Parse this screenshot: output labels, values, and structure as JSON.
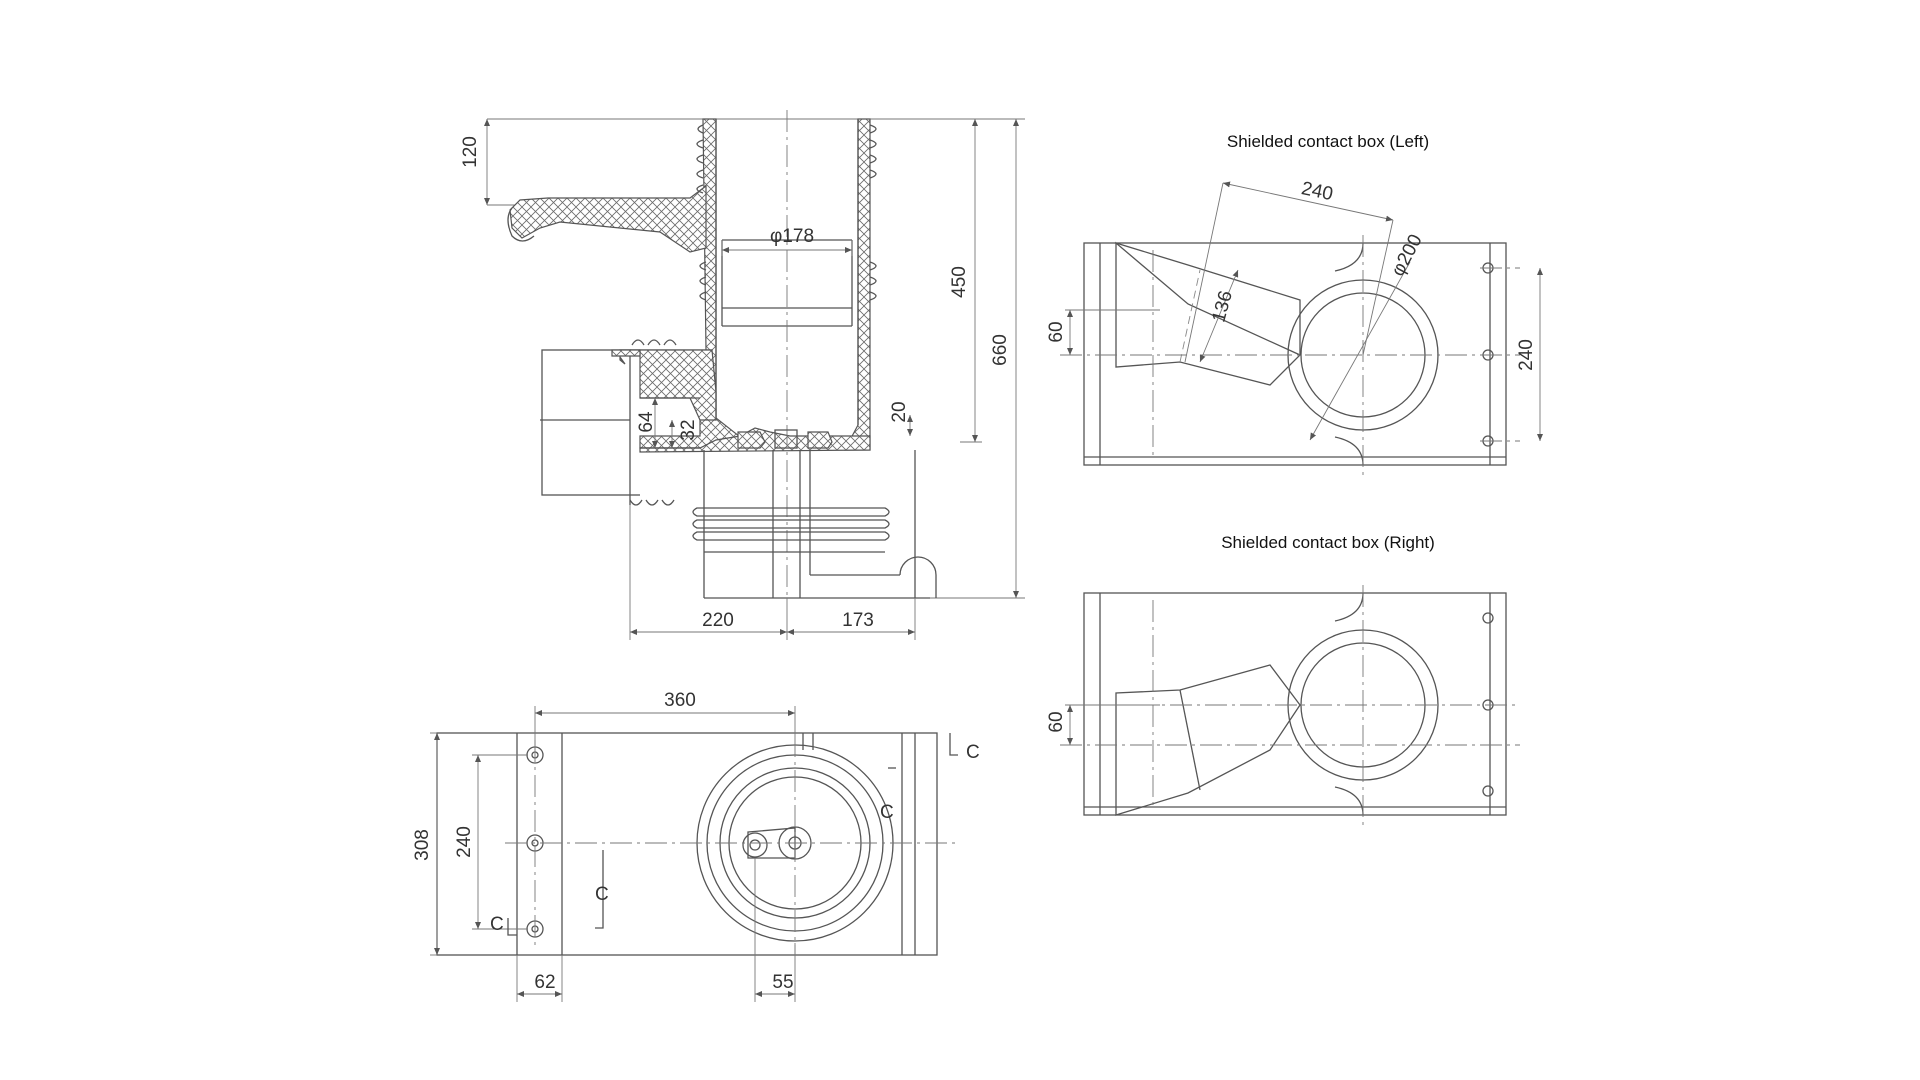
{
  "views": {
    "left_title": "Shielded contact box (Left)",
    "right_title": "Shielded contact box (Right)"
  },
  "dims": {
    "front": {
      "d120": "120",
      "d178": "φ178",
      "d450": "450",
      "d660": "660",
      "d20": "20",
      "d64": "64",
      "d32": "32",
      "d220": "220",
      "d173": "173"
    },
    "plan": {
      "d360": "360",
      "d308": "308",
      "d240": "240",
      "d62": "62",
      "d55": "55",
      "c1": "C",
      "c2": "C",
      "c3": "C",
      "c4": "C"
    },
    "left_box": {
      "d240_top": "240",
      "d200": "φ200",
      "d136": "136",
      "d60": "60",
      "d240_right": "240"
    },
    "right_box": {
      "d60": "60"
    }
  }
}
